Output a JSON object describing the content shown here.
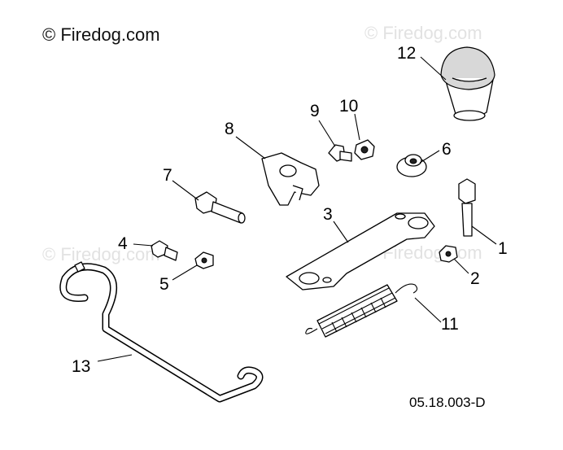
{
  "watermark": {
    "main": "© Firedog.com",
    "faint_1": "© Firedog.com",
    "faint_2": "© Firedog.com",
    "faint_3": "© Firedog.com"
  },
  "diagram_code": "05.18.003-D",
  "callouts": {
    "c1": "1",
    "c2": "2",
    "c3": "3",
    "c4": "4",
    "c5": "5",
    "c6": "6",
    "c7": "7",
    "c8": "8",
    "c9": "9",
    "c10": "10",
    "c11": "11",
    "c12": "12",
    "c13": "13"
  }
}
